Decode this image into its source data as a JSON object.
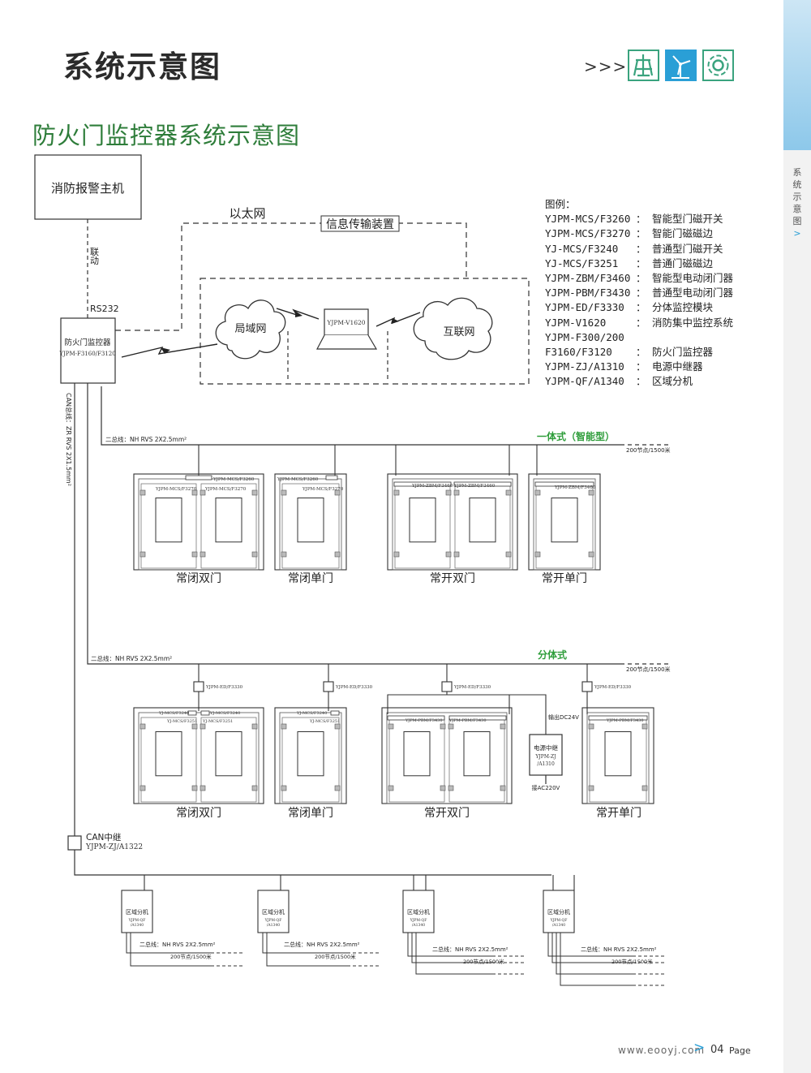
{
  "header": {
    "page_title": "系统示意图",
    "arrows": ">>>",
    "icons": [
      "fire-icon",
      "wind-turbine-icon",
      "alarm-bell-icon"
    ],
    "accent_color": "#3aa37e"
  },
  "side_tab": {
    "label_chars": [
      "系",
      "统",
      "示",
      "意",
      "图"
    ],
    "arrow": ">"
  },
  "subtitle": "防火门监控器系统示意图",
  "legend": {
    "heading": "图例：",
    "rows": [
      {
        "model": "YJPM-MCS/F3260",
        "desc": "： 智能型门磁开关"
      },
      {
        "model": "YJPM-MCS/F3270",
        "desc": "： 智能门磁磁边"
      },
      {
        "model": "YJ-MCS/F3240",
        "desc": "： 普通型门磁开关"
      },
      {
        "model": "YJ-MCS/F3251",
        "desc": "： 普通门磁磁边"
      },
      {
        "model": "YJPM-ZBM/F3460",
        "desc": "： 智能型电动闭门器"
      },
      {
        "model": "YJPM-PBM/F3430",
        "desc": "： 普通型电动闭门器"
      },
      {
        "model": "YJPM-ED/F3330",
        "desc": "： 分体监控模块"
      },
      {
        "model": "YJPM-V1620",
        "desc": "： 消防集中监控系统"
      },
      {
        "model": "YJPM-F300/200",
        "desc": ""
      },
      {
        "model": "F3160/F3120",
        "desc": "： 防火门监控器"
      },
      {
        "model": "YJPM-ZJ/A1310",
        "desc": "： 电源中继器"
      },
      {
        "model": "YJPM-QF/A1340",
        "desc": "： 区域分机"
      }
    ]
  },
  "top": {
    "host": "消防报警主机",
    "link": [
      "联",
      "动"
    ],
    "rs232": "RS232",
    "ethernet": "以太网",
    "info_device": "信息传输装置",
    "lan": "局域网",
    "internet": "互联网",
    "laptop_model": "YJPM-V1620",
    "controller_name": "防火门监控器",
    "controller_model": "YJPM-F3160/F3120",
    "can_bus": "CAN总线：ZR RVS 2X1.5mm²"
  },
  "section1": {
    "bus": "二总线：NH RVS 2X2.5mm²",
    "type": "一体式（智能型）",
    "nodes": "200节点/1500米",
    "doors": [
      {
        "label": "常闭双门",
        "devs": [
          "YJPM-MCS/F3260",
          "YJPM-MCS/F3270",
          "YJPM-MCS/F3270"
        ]
      },
      {
        "label": "常闭单门",
        "devs": [
          "YJPM-MCS/F3260",
          "YJPM-MCS/F3270"
        ]
      },
      {
        "label": "常开双门",
        "devs": [
          "YJPM-ZBM/F3460",
          "YJPM-ZBM/F3460"
        ]
      },
      {
        "label": "常开单门",
        "devs": [
          "YJPM-ZBM/F3460"
        ]
      }
    ]
  },
  "section2": {
    "bus": "二总线：NH RVS 2X2.5mm²",
    "type": "分体式",
    "nodes": "200节点/1500米",
    "module": "YJPM-ED/F3330",
    "output_dc": "输出DC24V",
    "power_relay": [
      "电源中继",
      "YJPM-ZJ",
      "/A1310"
    ],
    "ac_input": "接AC220V",
    "doors": [
      {
        "label": "常闭双门",
        "devs": [
          "YJ-MCS/F3240",
          "YJ-MCS/F3240",
          "YJ-MCS/F3251",
          "YJ-MCS/F3251"
        ]
      },
      {
        "label": "常闭单门",
        "devs": [
          "YJ-MCS/F3240",
          "YJ-MCS/F3251"
        ]
      },
      {
        "label": "常开双门",
        "devs": [
          "YJPM-PBM/F3430",
          "YJPM-PBM/F3430"
        ]
      },
      {
        "label": "常开单门",
        "devs": [
          "YJPM-PBM/F3430"
        ]
      }
    ]
  },
  "section3": {
    "can_relay": "CAN中继",
    "can_relay_model": "YJPM-ZJ/A1322",
    "zone_name": "区域分机",
    "zone_model": [
      "YJPM-QF",
      "/A1340"
    ],
    "bus": "二总线：NH RVS 2X2.5mm²",
    "nodes": "200节点/1500米"
  },
  "footer": {
    "url": "www.eooyj.com",
    "gt": ">",
    "page_num": "04",
    "page_word": "Page"
  }
}
